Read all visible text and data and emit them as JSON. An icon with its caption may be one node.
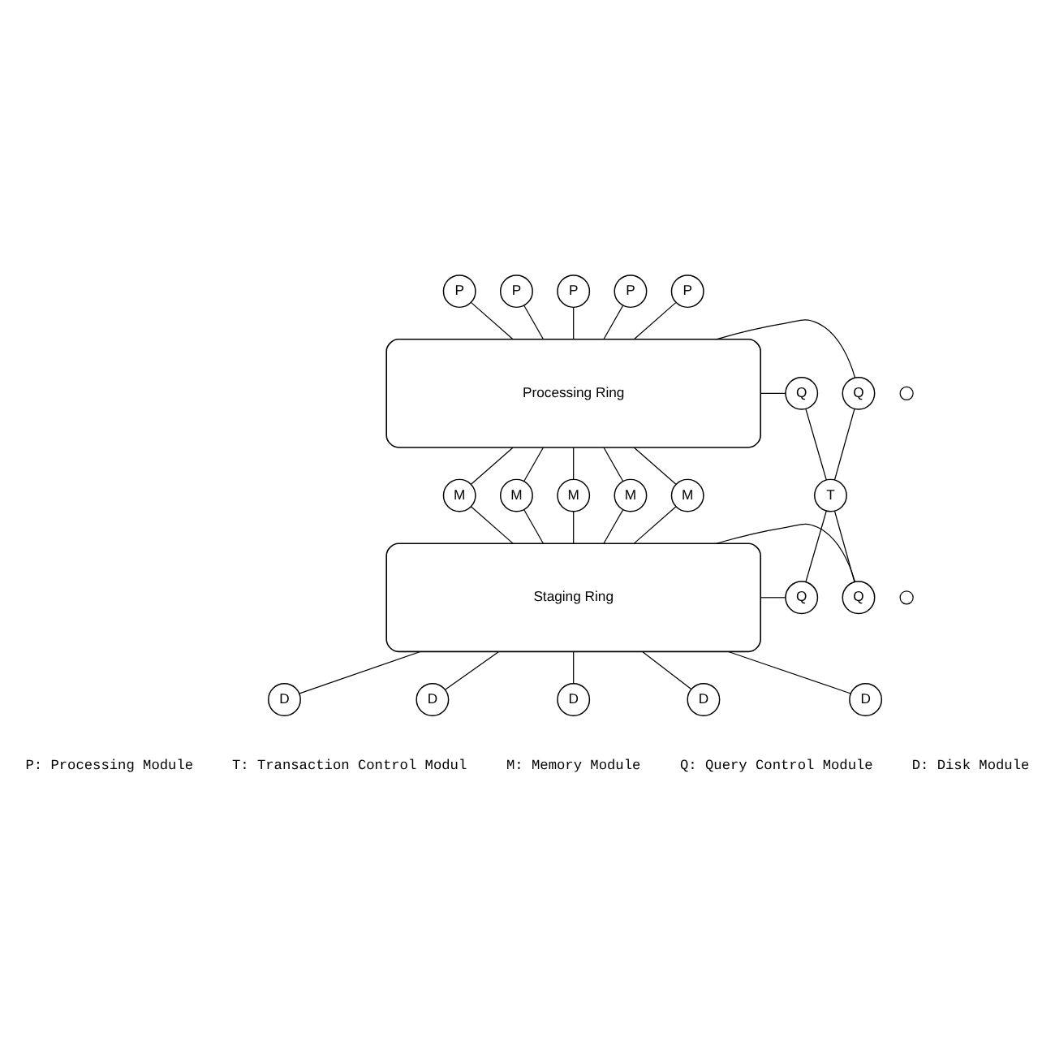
{
  "diagram": {
    "nodes": [
      {
        "text": [
          "P"
        ]
      },
      {
        "text": [
          "P"
        ]
      },
      {
        "text": [
          "P"
        ]
      },
      {
        "text": [
          "P"
        ]
      },
      {
        "text": [
          "P"
        ]
      },
      {
        "text": [
          "Processing Ring"
        ]
      },
      {
        "text": [],
        "shape": "circle"
      },
      {
        "text": [
          "Q"
        ]
      },
      {
        "text": [
          "Q"
        ]
      },
      {
        "text": [
          "M"
        ]
      },
      {
        "text": [
          "M"
        ]
      },
      {
        "text": [
          "M"
        ]
      },
      {
        "text": [
          "M"
        ]
      },
      {
        "text": [
          "M"
        ]
      },
      {
        "text": [
          "T"
        ]
      },
      {
        "text": [
          "Staging Ring"
        ]
      },
      {
        "text": [],
        "shape": "circle"
      },
      {
        "text": [
          "Q"
        ]
      },
      {
        "text": [
          "Q"
        ]
      },
      {
        "text": [
          "D"
        ]
      },
      {
        "text": [
          "D"
        ]
      },
      {
        "text": [
          "D"
        ]
      },
      {
        "text": [
          "D"
        ]
      },
      {
        "text": [
          "D"
        ]
      }
    ],
    "edges": [
      {
        "from": 0,
        "to": 5,
        "arrow": "none"
      },
      {
        "from": 1,
        "to": 5,
        "arrow": "none"
      },
      {
        "from": 2,
        "to": 5,
        "arrow": "none"
      },
      {
        "from": 3,
        "to": 5,
        "arrow": "none"
      },
      {
        "from": 4,
        "to": 5,
        "arrow": "none"
      },
      {
        "from": 5,
        "to": 7,
        "arrow": "none"
      },
      {
        "from": 5,
        "to": 8,
        "arrow": "none"
      },
      {
        "from": 5,
        "to": 9,
        "arrow": "none"
      },
      {
        "from": 5,
        "to": 10,
        "arrow": "none"
      },
      {
        "from": 5,
        "to": 11,
        "arrow": "none"
      },
      {
        "from": 5,
        "to": 12,
        "arrow": "none"
      },
      {
        "from": 5,
        "to": 13,
        "arrow": "none"
      },
      {
        "from": 7,
        "to": 14,
        "arrow": "none"
      },
      {
        "from": 8,
        "to": 14,
        "arrow": "none"
      },
      {
        "from": 9,
        "to": 15,
        "arrow": "none"
      },
      {
        "from": 10,
        "to": 15,
        "arrow": "none"
      },
      {
        "from": 11,
        "to": 15,
        "arrow": "none"
      },
      {
        "from": 12,
        "to": 15,
        "arrow": "none"
      },
      {
        "from": 13,
        "to": 15,
        "arrow": "none"
      },
      {
        "from": 15,
        "to": 17,
        "arrow": "none"
      },
      {
        "from": 15,
        "to": 18,
        "arrow": "none"
      },
      {
        "from": 17,
        "to": 14,
        "arrow": "none"
      },
      {
        "from": 18,
        "to": 14,
        "arrow": "none"
      },
      {
        "from": 15,
        "to": 19,
        "arrow": "none"
      },
      {
        "from": 15,
        "to": 20,
        "arrow": "none"
      },
      {
        "from": 15,
        "to": 21,
        "arrow": "none"
      },
      {
        "from": 15,
        "to": 22,
        "arrow": "none"
      },
      {
        "from": 15,
        "to": 23,
        "arrow": "none"
      }
    ],
    "legend": [
      {
        "text": "P: Processing Module"
      },
      {
        "text": "T: Transaction Control Modul"
      },
      {
        "text": "M: Memory Module"
      },
      {
        "text": "Q: Query Control Module"
      },
      {
        "text": "D: Disk Module"
      }
    ]
  }
}
